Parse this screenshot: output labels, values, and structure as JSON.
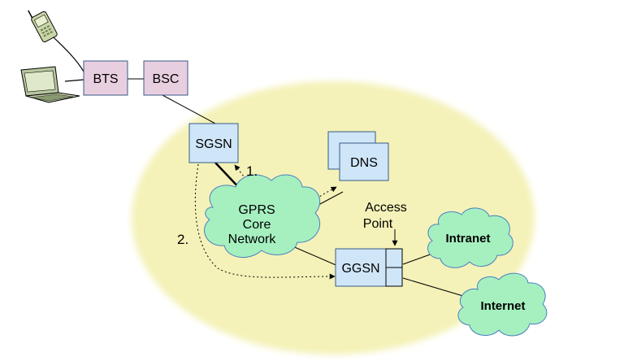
{
  "nodes": {
    "bts": "BTS",
    "bsc": "BSC",
    "sgsn": "SGSN",
    "dns": "DNS",
    "ggsn": "GGSN"
  },
  "clouds": {
    "core_line1": "GPRS",
    "core_line2": "Core",
    "core_line3": "Network",
    "intranet": "Intranet",
    "internet": "Internet"
  },
  "labels": {
    "access_point_line1": "Access",
    "access_point_line2": "Point",
    "step1": "1.",
    "step2": "2."
  },
  "colors": {
    "ellipse": "#f4f2b8",
    "box_pink": "#e8cfe0",
    "box_blue": "#cfe6f8",
    "cloud": "#a6f0c0"
  },
  "icons": [
    "mobile-phone-icon",
    "laptop-icon"
  ]
}
